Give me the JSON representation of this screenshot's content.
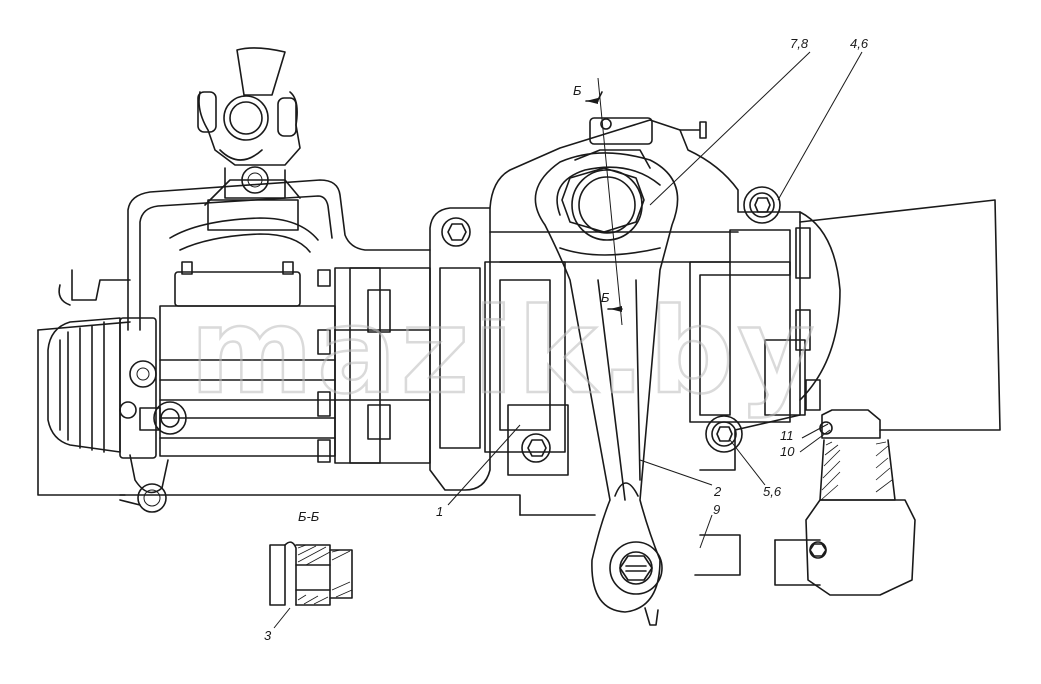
{
  "callouts": {
    "c1": "1",
    "c2": "2",
    "c3": "3",
    "c46": "4,6",
    "c56": "5,6",
    "c78": "7,8",
    "c9": "9",
    "c10": "10",
    "c11": "11"
  },
  "section": {
    "title": "Б-Б",
    "mark_top": "Б",
    "mark_mid": "Б"
  },
  "watermark": "mazik.by"
}
